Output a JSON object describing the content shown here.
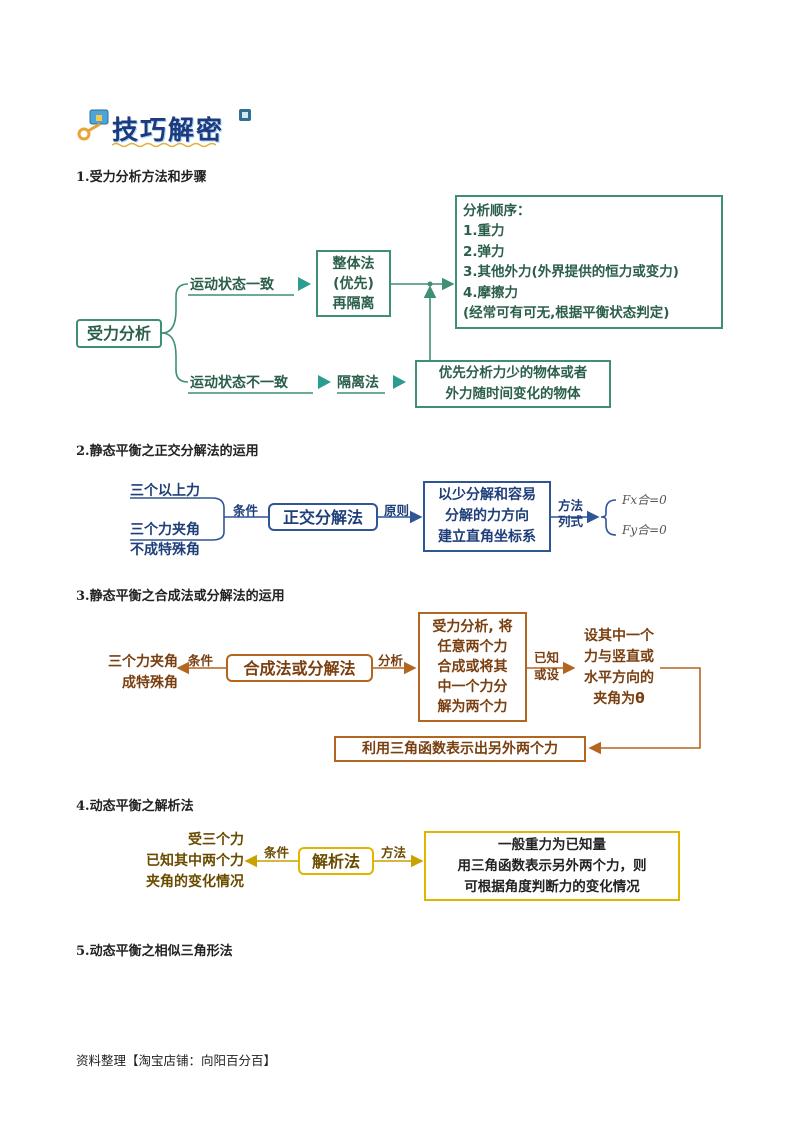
{
  "header": {
    "title": "技巧解密"
  },
  "sections": [
    {
      "heading": "1.受力分析方法和步骤"
    },
    {
      "heading": "2.静态平衡之正交分解法的运用"
    },
    {
      "heading": "3.静态平衡之合成法或分解法的运用"
    },
    {
      "heading": "4.动态平衡之解析法"
    },
    {
      "heading": "5.动态平衡之相似三角形法"
    }
  ],
  "d1": {
    "root": "受力分析",
    "branch_top": "运动状态一致",
    "branch_bottom": "运动状态不一致",
    "whole_lines": [
      "整体法",
      "(优先)",
      "再隔离"
    ],
    "isolate": "隔离法",
    "order_lines": [
      "分析顺序：",
      "1.重力",
      "2.弹力",
      "3.其他外力(外界提供的恒力或变力)",
      "4.摩擦力",
      "(经常可有可无,根据平衡状态判定)"
    ],
    "priority_lines": [
      "优先分析力少的物体或者",
      "外力随时间变化的物体"
    ]
  },
  "d2": {
    "cond1": "三个以上力",
    "cond2_lines": [
      "三个力夹角",
      "不成特殊角"
    ],
    "cond_label": "条件",
    "center": "正交分解法",
    "principle_label": "原则",
    "principle_lines": [
      "以少分解和容易",
      "分解的力方向",
      "建立直角坐标系"
    ],
    "method_lines": [
      "方法",
      "列式"
    ],
    "eq1": "Fx合=0",
    "eq2": "Fy合=0"
  },
  "d3": {
    "cond_lines": [
      "三个力夹角",
      "成特殊角"
    ],
    "cond_label": "条件",
    "center": "合成法或分解法",
    "analysis_label": "分析",
    "analysis_lines": [
      "受力分析, 将",
      "任意两个力",
      "合成或将其",
      "中一个力分",
      "解为两个力"
    ],
    "known_lines": [
      "已知",
      "或设"
    ],
    "assume_lines": [
      "设其中一个",
      "力与竖直或",
      "水平方向的",
      "夹角为θ"
    ],
    "result": "利用三角函数表示出另外两个力"
  },
  "d4": {
    "cond_lines": [
      "受三个力",
      "已知其中两个力",
      "夹角的变化情况"
    ],
    "cond_label": "条件",
    "center": "解析法",
    "method_label": "方法",
    "method_lines": [
      "一般重力为已知量",
      "用三角函数表示另外两个力，则",
      "可根据角度判断力的变化情况"
    ]
  },
  "footer": {
    "text": "资料整理【淘宝店铺：向阳百分百】"
  },
  "colors": {
    "green": "#3f8f73",
    "teal": "#2a9d8f",
    "blue": "#2f5597",
    "orange": "#b3661f",
    "yellow": "#e0b400"
  }
}
